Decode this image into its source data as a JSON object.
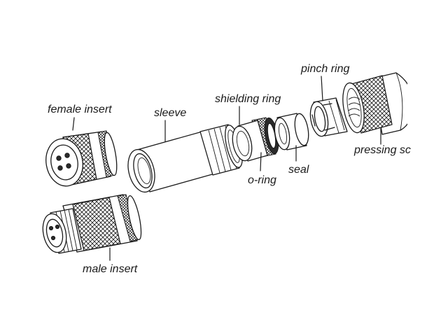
{
  "diagram": {
    "labels": {
      "female_insert": "female insert",
      "sleeve": "sleeve",
      "shielding_ring": "shielding ring",
      "pinch_ring": "pinch ring",
      "pressing_screw": "pressing sc",
      "o_ring": "o-ring",
      "seal": "seal",
      "male_insert": "male insert"
    }
  }
}
